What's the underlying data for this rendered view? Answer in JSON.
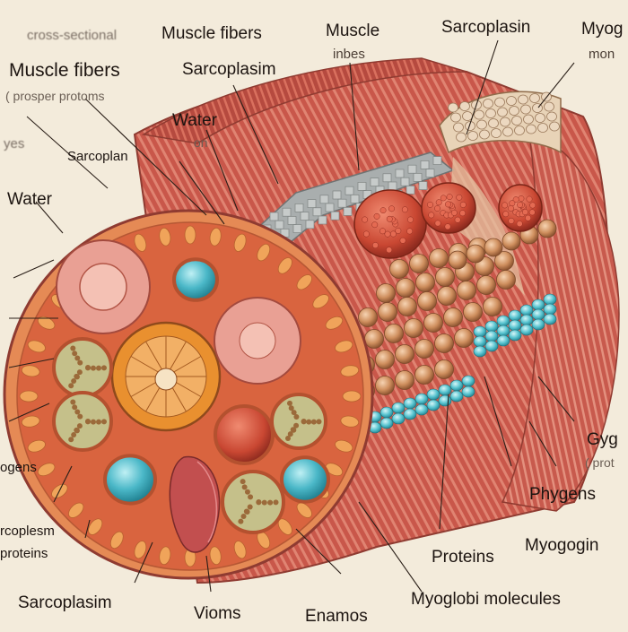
{
  "labels": {
    "cross_sectional": "cross-sectional",
    "muscle_fibers_top": "Muscle fibers",
    "muscle_line1": "Muscle",
    "muscle_line2": "inbes",
    "sarcoplasin_top": "Sarcoplasin",
    "myog_top_right": "Myog",
    "mon_top_right": "mon",
    "muscle_fibers_left": "Muscle fibers",
    "prosper_protoms": "( prosper protoms",
    "sarcoplasim_upper": "Sarcoplasim",
    "water_upper": "Water",
    "water_upper_sub": "on",
    "yes_left": "yes",
    "sarcoplan": "Sarcoplan",
    "water_left": "Water",
    "gyg_right": "Gyg",
    "gyg_right_sub": "( prot",
    "ptrygens_right": "Phygens",
    "myogogin_right": "Myogogin",
    "proteins_bottom": "Proteins",
    "myoglobi_molecules": "Myoglobi molecules",
    "ogens_left": "ogens",
    "sarcoplesm_left": "rcoplesm",
    "proteins_left": "proteins",
    "sarcoplasim_bottom": "Sarcoplasim",
    "vioms": "Vioms",
    "enamos": "Enamos"
  },
  "colors": {
    "background": "#f3ebdb",
    "muscle_red": "#c9574a",
    "muscle_dark": "#a63f35",
    "stripe": "#e48a78",
    "orange_ring": "#e0792f",
    "teal": "#4bb8c8",
    "globule": "#c98c5a",
    "grey_band": "#a9aeae"
  }
}
